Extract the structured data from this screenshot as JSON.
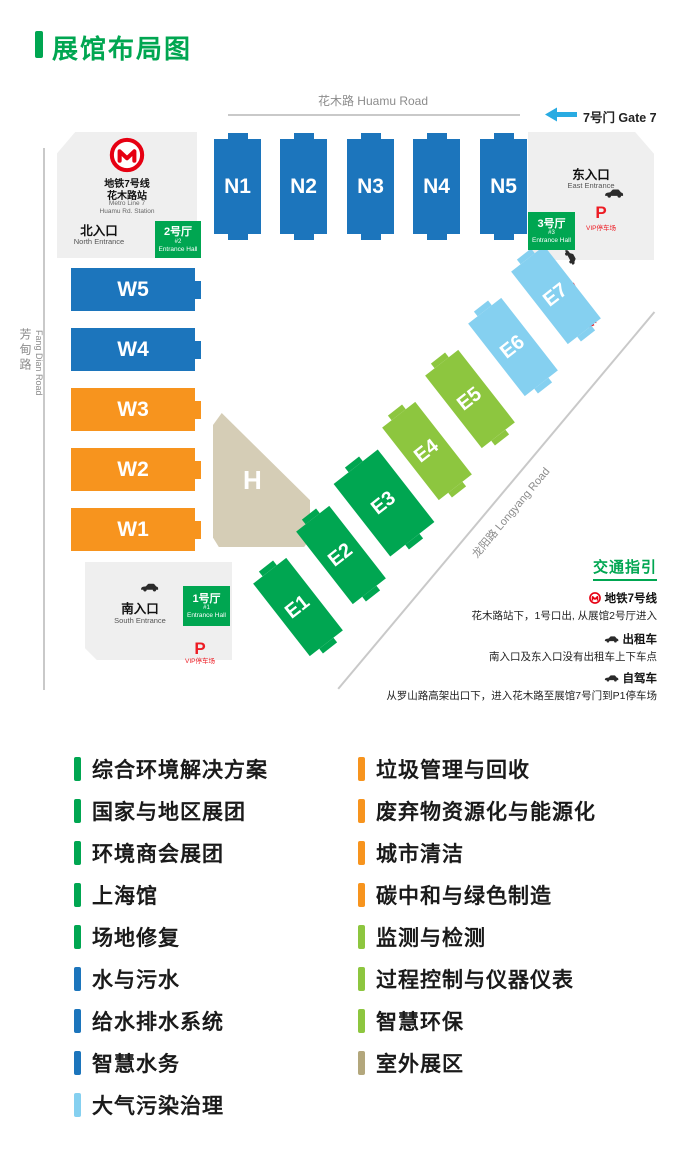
{
  "colors": {
    "brand_green": "#00A651",
    "hall_blue": "#1C75BC",
    "hall_orange": "#F7941E",
    "hall_light_green": "#8DC63F",
    "hall_light_blue": "#85D0F0",
    "hall_tan": "#D5CDB6",
    "legend_tan": "#B3A77C",
    "parking_red": "#ED1C24",
    "metro_red": "#E60012",
    "gate_arrow_blue": "#29ABE2",
    "road_gray": "#8C8C8C",
    "area_gray": "#EFEFEF"
  },
  "title": "展馆布局图",
  "map": {
    "roads": {
      "huamu": "花木路 Huamu Road",
      "fangdian_cn": "芳甸路",
      "fangdian_en": "Fang Dian Road",
      "longyang": "龙阳路 Longyang Road"
    },
    "gate7_label": "7号门 Gate 7",
    "metro_station": {
      "cn1": "地铁7号线",
      "cn2": "花木路站",
      "en1": "Metro Line 7",
      "en2": "Huamu Rd. Station"
    },
    "entrances": {
      "north_cn": "北入口",
      "north_en": "North Entrance",
      "east_cn": "东入口",
      "east_en": "East Entrance",
      "south_cn": "南入口",
      "south_en": "South Entrance"
    },
    "entrance_halls": [
      {
        "cn": "2号厅",
        "num": "#2",
        "en": "Entrance Hall"
      },
      {
        "cn": "3号厅",
        "num": "#3",
        "en": "Entrance Hall"
      },
      {
        "cn": "1号厅",
        "num": "#1",
        "en": "Entrance Hall"
      }
    ],
    "parking": {
      "p": "P",
      "vip": "VIP停车场",
      "p1": "P1停车场"
    },
    "halls": {
      "north": [
        "N1",
        "N2",
        "N3",
        "N4",
        "N5"
      ],
      "west": [
        "W5",
        "W4",
        "W3",
        "W2",
        "W1"
      ],
      "east": [
        "E1",
        "E2",
        "E3",
        "E4",
        "E5",
        "E6",
        "E7"
      ],
      "center": "H"
    }
  },
  "traffic_guide": {
    "title": "交通指引",
    "items": [
      {
        "icon": "metro-icon",
        "label": "地铁7号线",
        "desc": "花木路站下，1号口出, 从展馆2号厅进入"
      },
      {
        "icon": "car-icon",
        "label": "出租车",
        "desc": "南入口及东入口没有出租车上下车点"
      },
      {
        "icon": "car-icon",
        "label": "自驾车",
        "desc": "从罗山路高架出口下，进入花木路至展馆7号门到P1停车场"
      }
    ]
  },
  "legend": {
    "left": [
      {
        "label": "综合环境解决方案",
        "color": "#00A651"
      },
      {
        "label": "国家与地区展团",
        "color": "#00A651"
      },
      {
        "label": "环境商会展团",
        "color": "#00A651"
      },
      {
        "label": "上海馆",
        "color": "#00A651"
      },
      {
        "label": "场地修复",
        "color": "#00A651"
      },
      {
        "label": "水与污水",
        "color": "#1C75BC"
      },
      {
        "label": "给水排水系统",
        "color": "#1C75BC"
      },
      {
        "label": "智慧水务",
        "color": "#1C75BC"
      },
      {
        "label": "大气污染治理",
        "color": "#85D0F0"
      }
    ],
    "right": [
      {
        "label": "垃圾管理与回收",
        "color": "#F7941E"
      },
      {
        "label": "废弃物资源化与能源化",
        "color": "#F7941E"
      },
      {
        "label": "城市清洁",
        "color": "#F7941E"
      },
      {
        "label": "碳中和与绿色制造",
        "color": "#F7941E"
      },
      {
        "label": "监测与检测",
        "color": "#8DC63F"
      },
      {
        "label": "过程控制与仪器仪表",
        "color": "#8DC63F"
      },
      {
        "label": "智慧环保",
        "color": "#8DC63F"
      },
      {
        "label": "室外展区",
        "color": "#B3A77C"
      }
    ]
  }
}
